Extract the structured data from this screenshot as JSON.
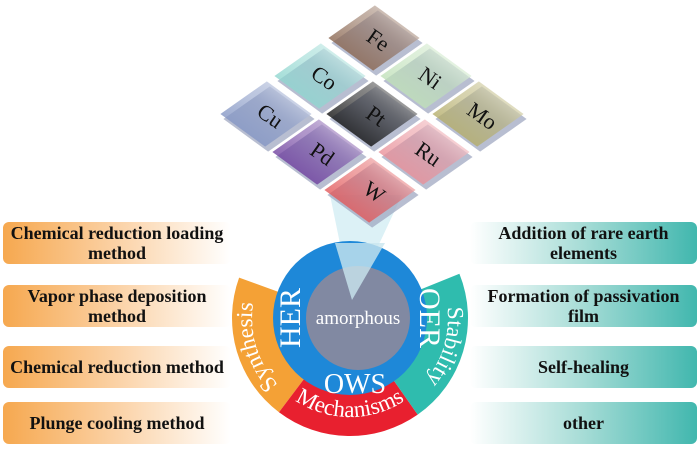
{
  "elements": [
    {
      "symbol": "Fe",
      "u": 0,
      "v": 0,
      "color": "#8a6650"
    },
    {
      "symbol": "Co",
      "u": 0,
      "v": 1,
      "color": "#8fd6cf"
    },
    {
      "symbol": "Ni",
      "u": 1,
      "v": 0,
      "color": "#bfe0b8"
    },
    {
      "symbol": "Cu",
      "u": 0,
      "v": 2,
      "color": "#8496c4"
    },
    {
      "symbol": "Pt",
      "u": 1,
      "v": 1,
      "color": "#111111"
    },
    {
      "symbol": "Mo",
      "u": 2,
      "v": 0,
      "color": "#b4ad6a"
    },
    {
      "symbol": "Pd",
      "u": 1,
      "v": 2,
      "color": "#6e3f9e"
    },
    {
      "symbol": "Ru",
      "u": 2,
      "v": 1,
      "color": "#e98f98"
    },
    {
      "symbol": "W",
      "u": 2,
      "v": 2,
      "color": "#e2585a"
    }
  ],
  "center": {
    "label": "amorphous",
    "her": "HER",
    "oer": "OER",
    "ows": "OWS"
  },
  "ring": {
    "synthesis": {
      "label": "Synthesis",
      "color": "#f4a136"
    },
    "mechanisms": {
      "label": "Mechanisms",
      "color": "#e8202f"
    },
    "stability": {
      "label": "Stability",
      "color": "#2fbcae"
    }
  },
  "colors": {
    "blue": "#1e88d8",
    "gray": "#8189a2"
  },
  "synthesis_methods": [
    "Chemical reduction loading method",
    "Vapor phase deposition method",
    "Chemical reduction method",
    "Plunge cooling method"
  ],
  "stability_methods": [
    "Addition of rare earth elements",
    "Formation of passivation film",
    "Self-healing",
    "other"
  ]
}
